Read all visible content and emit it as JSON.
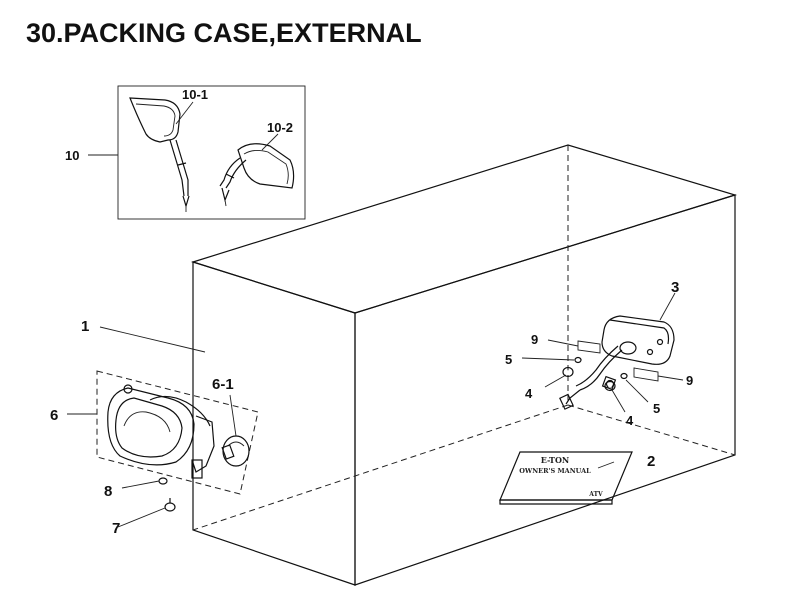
{
  "title": "30.PACKING CASE,EXTERNAL",
  "labels": {
    "l1": "1",
    "l2": "2",
    "l3": "3",
    "l4a": "4",
    "l4b": "4",
    "l5a": "5",
    "l5b": "5",
    "l6": "6",
    "l6_1": "6-1",
    "l7": "7",
    "l8": "8",
    "l9a": "9",
    "l9b": "9",
    "l10": "10",
    "l10_1": "10-1",
    "l10_2": "10-2"
  },
  "manual": {
    "brand": "E-TON",
    "name": "OWNER'S  MANUAL",
    "model": "ATV"
  }
}
